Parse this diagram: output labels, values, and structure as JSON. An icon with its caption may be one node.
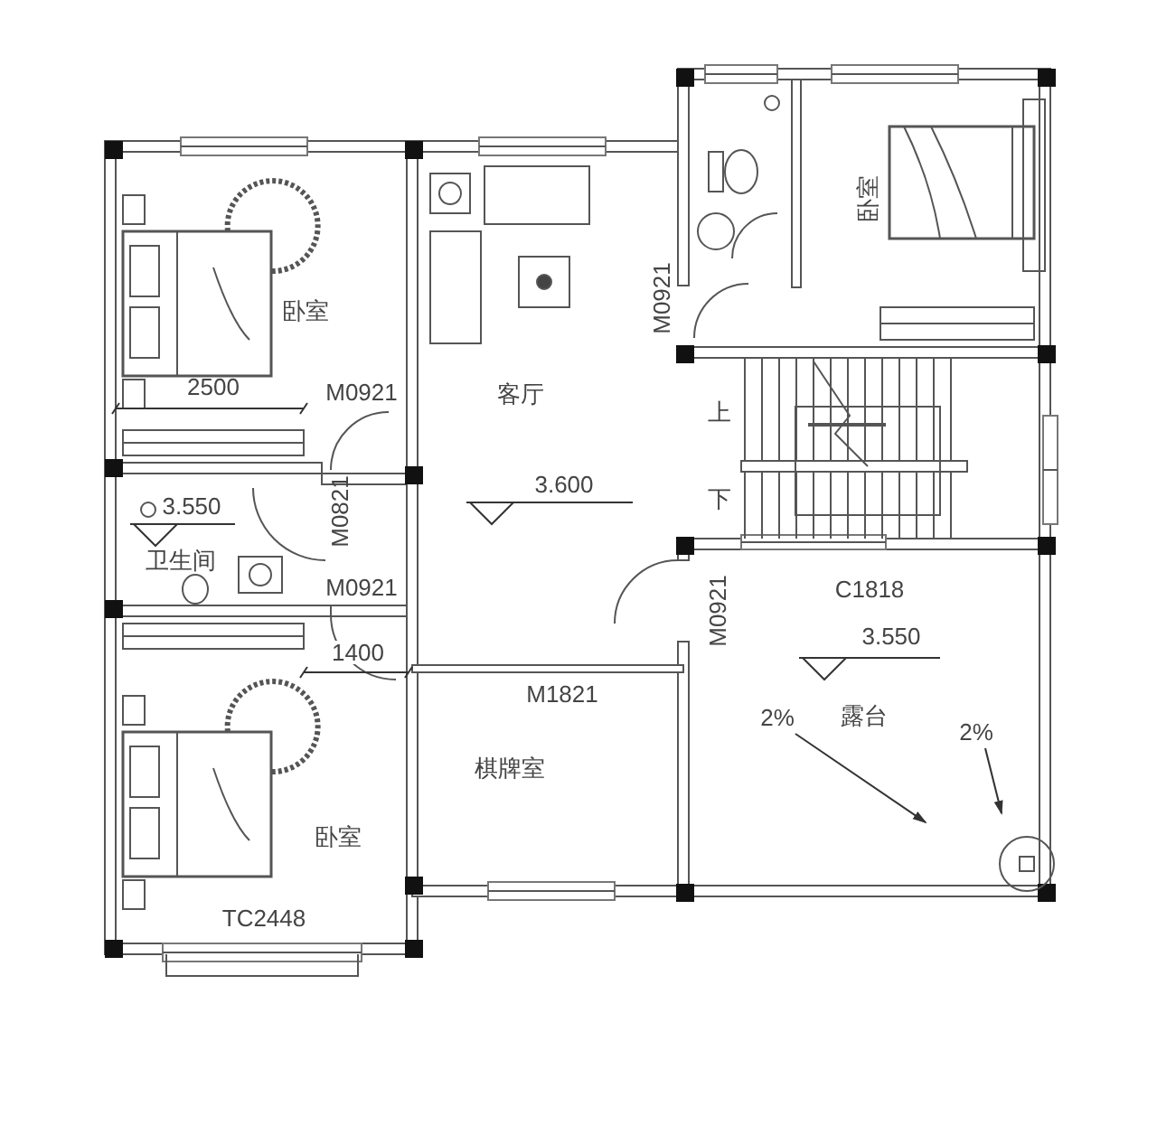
{
  "diagram": {
    "labels": [
      "卧室",
      "卧室",
      "M0921",
      "2500",
      "M0921",
      "客厅",
      "上",
      "3.600",
      "下",
      "3.550",
      "M0821",
      "卫生间",
      "M0921",
      "C1818",
      "M0921",
      "3.550",
      "1400",
      "M1821",
      "露台",
      "2%",
      "2%",
      "棋牌室",
      "卧室",
      "TC2448"
    ]
  }
}
